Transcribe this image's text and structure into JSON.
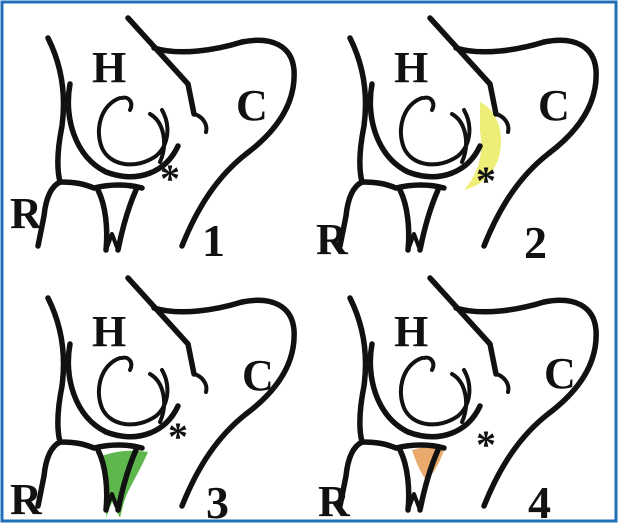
{
  "panels": [
    {
      "number": "1",
      "labels": {
        "head": "H",
        "condyle": "C",
        "radius": "R",
        "marker": "*"
      },
      "highlight": {
        "region": "none",
        "color": ""
      }
    },
    {
      "number": "2",
      "labels": {
        "head": "H",
        "condyle": "C",
        "radius": "R",
        "marker": "*"
      },
      "highlight": {
        "region": "crescent",
        "color": "#e6e84a"
      }
    },
    {
      "number": "3",
      "labels": {
        "head": "H",
        "condyle": "C",
        "radius": "R",
        "marker": "*"
      },
      "highlight": {
        "region": "wedge",
        "color": "#4caf3a"
      }
    },
    {
      "number": "4",
      "labels": {
        "head": "H",
        "condyle": "C",
        "radius": "R",
        "marker": "*"
      },
      "highlight": {
        "region": "wedge",
        "color": "#e8a15c"
      }
    }
  ],
  "colors": {
    "frame": "#1f6fb8",
    "ink": "#111111"
  }
}
